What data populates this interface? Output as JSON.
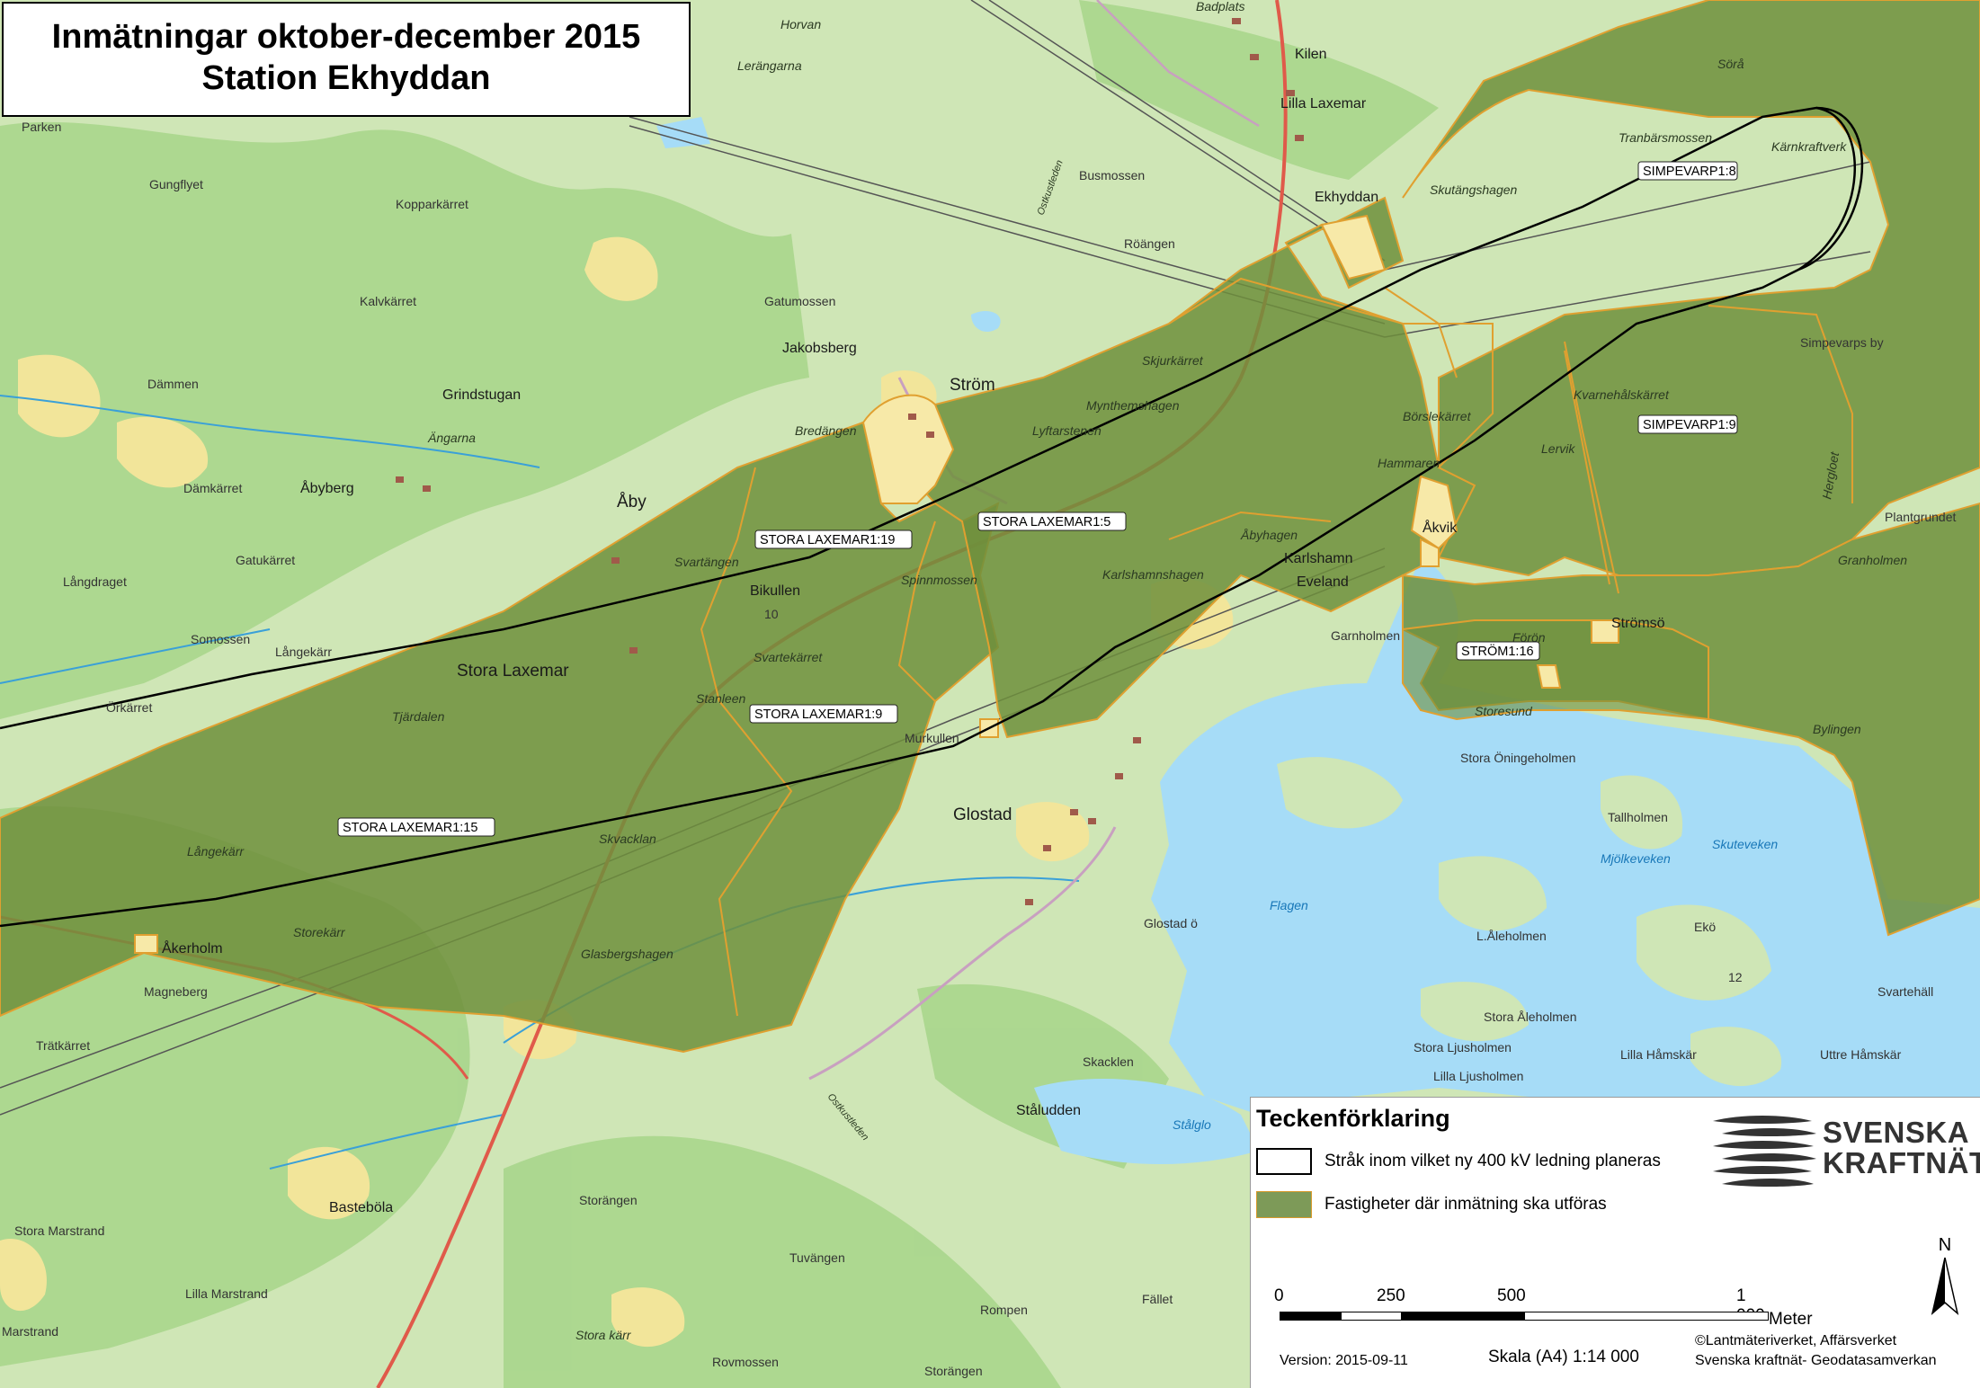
{
  "title": {
    "line1": "Inmätningar oktober-december 2015",
    "line2": "Station Ekhyddan"
  },
  "places": {
    "horvan": "Horvan",
    "badplats": "Badplats",
    "kilen": "Kilen",
    "lerangarna": "Lerängarna",
    "lilla_laxemar": "Lilla Laxemar",
    "sora": "Sörå",
    "parken": "Parken",
    "tranbarsmossen": "Tranbärsmossen",
    "karnkraftverk": "Kärnkraftverk",
    "busmossen": "Busmossen",
    "gungflyet": "Gungflyet",
    "kopparkarret": "Kopparkärret",
    "ekhyddan": "Ekhyddan",
    "skutangshagen": "Skutängshagen",
    "roangen": "Röängen",
    "kalvkarret": "Kalvkärret",
    "gatumossen": "Gatumossen",
    "jakobsberg": "Jakobsberg",
    "simpevarps_by": "Simpevarps by",
    "dammen": "Dämmen",
    "grindstugan": "Grindstugan",
    "strom": "Ström",
    "skjurkarret": "Skjurkärret",
    "mynthemshagen": "Mynthemshagen",
    "borslekarret": "Börslekärret",
    "kvarnehalskarret": "Kvarnehålskärret",
    "angarna": "Ängarna",
    "bredangen": "Bredängen",
    "lyftarstenen": "Lyftarstenen",
    "damkarret": "Dämkärret",
    "abyberg": "Åbyberg",
    "aby": "Åby",
    "hammaren": "Hammaren",
    "lervik": "Lervik",
    "hergloet": "Hergloet",
    "plantgrundet": "Plantgrundet",
    "gatukarret": "Gatukärret",
    "svartangen": "Svartängen",
    "akvik": "Åkvik",
    "abyhagen": "Åbyhagen",
    "karlshamn": "Karlshamn",
    "eveland": "Eveland",
    "langdraget": "Långdraget",
    "bikullen": "Bikullen",
    "spinnmossen": "Spinnmossen",
    "karlshamnshagen": "Karlshamnshagen",
    "granholmen": "Granholmen",
    "somossen": "Somossen",
    "langekarr_n": "Långekärr",
    "svartekarret": "Svartekärret",
    "garnholmen": "Garnholmen",
    "stromso": "Strömsö",
    "foron": "Förön",
    "stora_laxemar": "Stora Laxemar",
    "tjardalen": "Tjärdalen",
    "stanleen": "Stanleen",
    "orkarret": "Örkärret",
    "murkullen": "Murkullen",
    "storesund": "Storesund",
    "bylingen": "Bylingen",
    "stora_oningeholmen": "Stora Öningeholmen",
    "glostad": "Glostad",
    "tallholmen": "Tallholmen",
    "skuteveken": "Skuteveken",
    "langekarr_s": "Långekärr",
    "skvacklan": "Skvacklan",
    "mjolkeveken": "Mjölkeveken",
    "akerholm": "Åkerholm",
    "flagen": "Flagen",
    "glostad_o": "Glostad ö",
    "storekarr": "Storekärr",
    "l_aleholmen": "L.Åleholmen",
    "eko": "Ekö",
    "glasbergshagen": "Glasbergshagen",
    "magneberg": "Magneberg",
    "svartehall": "Svartehäll",
    "stora_aleholmen": "Stora Åleholmen",
    "trathkarret": "Trätkärret",
    "stora_ljusholmen": "Stora Ljusholmen",
    "lilla_hamskar": "Lilla Håmskär",
    "uttre_hamskar": "Uttre Håmskär",
    "skacklen": "Skacklen",
    "lilla_ljusholmen": "Lilla Ljusholmen",
    "staludden": "Ståludden",
    "stalglo": "Stålglo",
    "basteboia": "Basteböla",
    "storangen": "Storängen",
    "stora_marstrand": "Stora Marstrand",
    "tuvangen": "Tuvängen",
    "lilla_marstrand": "Lilla Marstrand",
    "fallet": "Fället",
    "marstrand": "Marstrand",
    "rompen": "Rompen",
    "stora_karr": "Stora kärr",
    "rovmossen": "Rovmossen",
    "storangen_s": "Storängen",
    "ostkustleden_n": "Ostkustleden",
    "ostkustleden_s": "Ostkustleden",
    "num_10": "10",
    "num_12": "12"
  },
  "properties": {
    "simpevarp_1_8": "SIMPEVARP1:8",
    "simpevarp_1_9": "SIMPEVARP1:9",
    "stora_laxemar_1_19": "STORA LAXEMAR1:19",
    "stora_laxemar_1_5": "STORA LAXEMAR1:5",
    "strom_1_16": "STRÖM1:16",
    "stora_laxemar_1_9": "STORA LAXEMAR1:9",
    "stora_laxemar_1_15": "STORA LAXEMAR1:15"
  },
  "legend": {
    "title": "Teckenförklaring",
    "corridor_label": "Stråk inom vilket ny 400 kV ledning planeras",
    "property_label": "Fastigheter där inmätning ska utföras",
    "logo_line1": "SVENSKA",
    "logo_line2": "KRAFTNÄT",
    "north": "N",
    "scale_0": "0",
    "scale_250": "250",
    "scale_500": "500",
    "scale_1000": "1 000",
    "scale_unit": "Meter",
    "version": "Version: 2015-09-11",
    "scale_text": "Skala (A4)  1:14 000",
    "credit1": "©Lantmäteriverket, Affärsverket",
    "credit2": "Svenska kraftnät- Geodatasamverkan"
  },
  "colors": {
    "land": "#cfe6b6",
    "forest": "#a8d48a",
    "open_land": "#f3e99a",
    "water": "#a6dcf7",
    "property_fill": "#6e8f3c",
    "property_edge": "#e0a030",
    "corridor": "#000000",
    "road_major": "#e05a4a",
    "road_minor": "#c8a0c0"
  }
}
